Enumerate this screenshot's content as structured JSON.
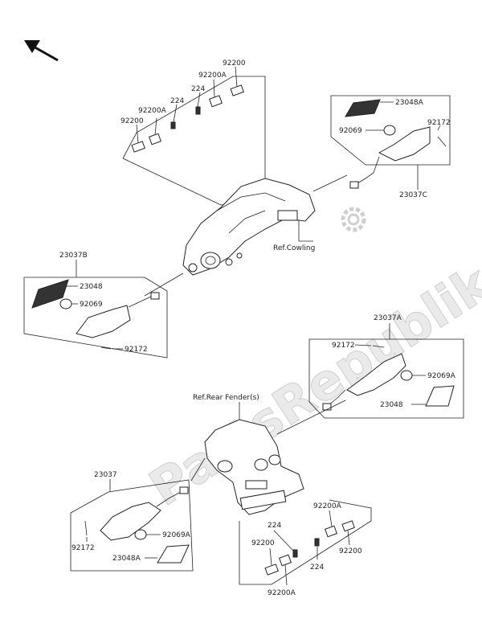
{
  "watermark": {
    "text": "PartsRepublik",
    "gear_icon": "gear-icon"
  },
  "orientation_icon": "arrow-front-icon",
  "references": {
    "cowling": "Ref.Cowling",
    "rear_fender": "Ref.Rear Fender(s)"
  },
  "front_top": {
    "left_plate_a": "92200",
    "left_plate_b": "92200A",
    "left_bolt": "224",
    "right_bolt": "224",
    "right_plate_b": "92200A",
    "right_plate_a": "92200"
  },
  "front_right_signal": {
    "assembly": "23037C",
    "lens": "23048A",
    "bulb": "92069",
    "screw": "92172"
  },
  "front_left_signal": {
    "assembly": "23037B",
    "lens": "23048",
    "bulb": "92069",
    "screw": "92172"
  },
  "rear_right_signal": {
    "assembly": "23037A",
    "screw": "92172",
    "bulb": "92069A",
    "lens": "23048"
  },
  "rear_left_signal": {
    "assembly": "23037",
    "screw": "92172",
    "bulb": "92069A",
    "lens": "23048A"
  },
  "rear_bottom": {
    "plate_b_right": "92200A",
    "bolt_left": "224",
    "plate_a_left": "92200",
    "bolt_right": "224",
    "plate_a_right": "92200",
    "plate_b_bottom": "92200A"
  }
}
